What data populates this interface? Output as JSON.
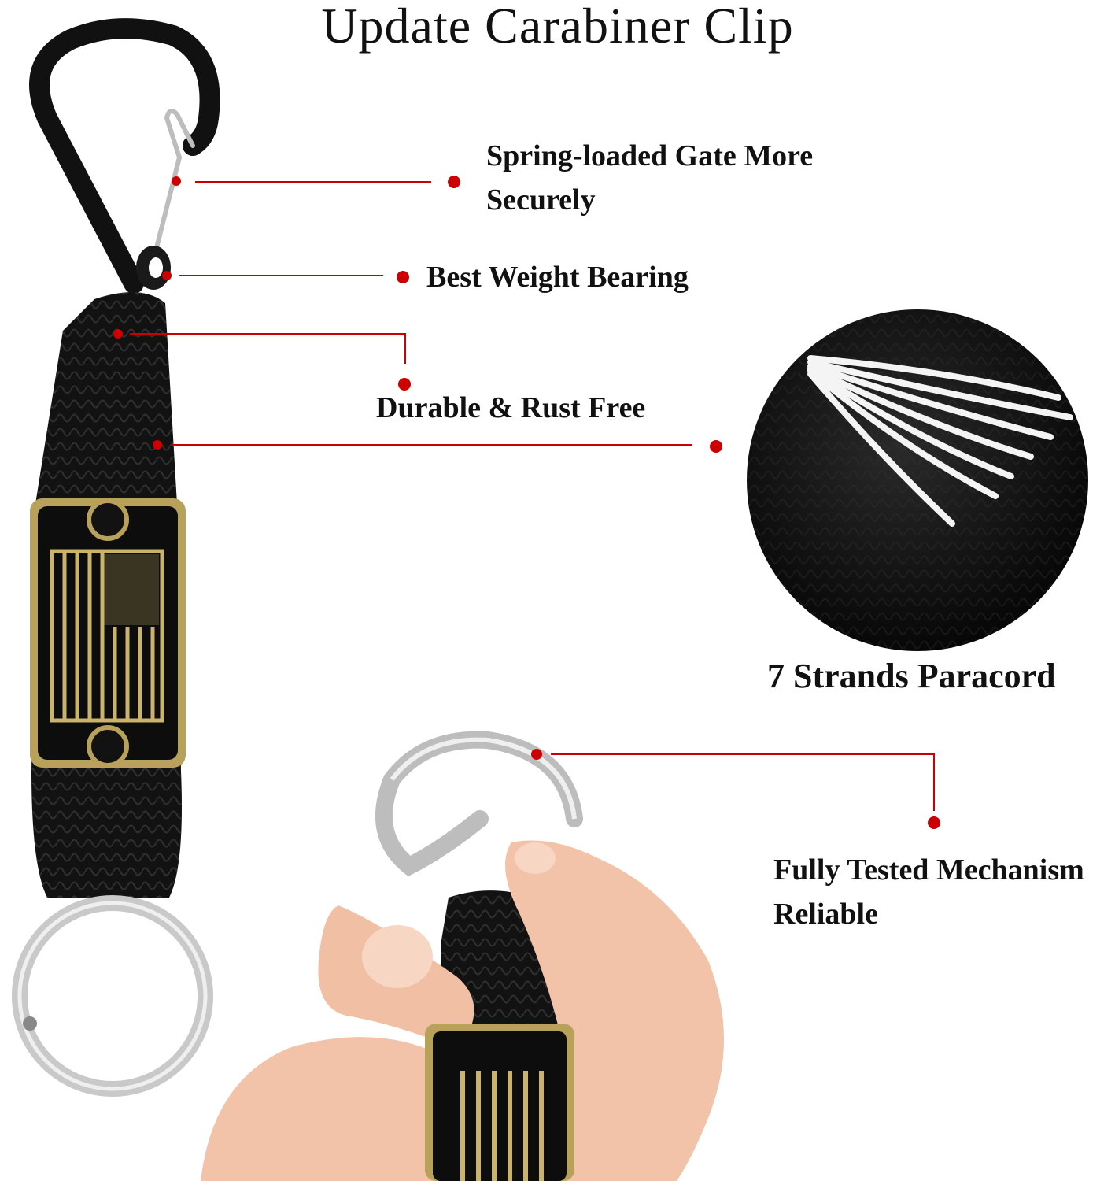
{
  "title": "Update Carabiner Clip",
  "features": {
    "gate": {
      "line1": "Spring-loaded Gate More",
      "line2": "Securely"
    },
    "weight": "Best Weight Bearing",
    "durable": "Durable & Rust Free",
    "strands": "7 Strands Paracord",
    "mechanism": {
      "line1": "Fully Tested Mechanism",
      "line2": "Reliable"
    }
  },
  "colors": {
    "background": "#ffffff",
    "callout_red": "#cc0000",
    "paracord": "#111111",
    "brass": "#b8a15a",
    "ring_metal": "#c9c9c9",
    "skin": "#f2c3a8"
  }
}
